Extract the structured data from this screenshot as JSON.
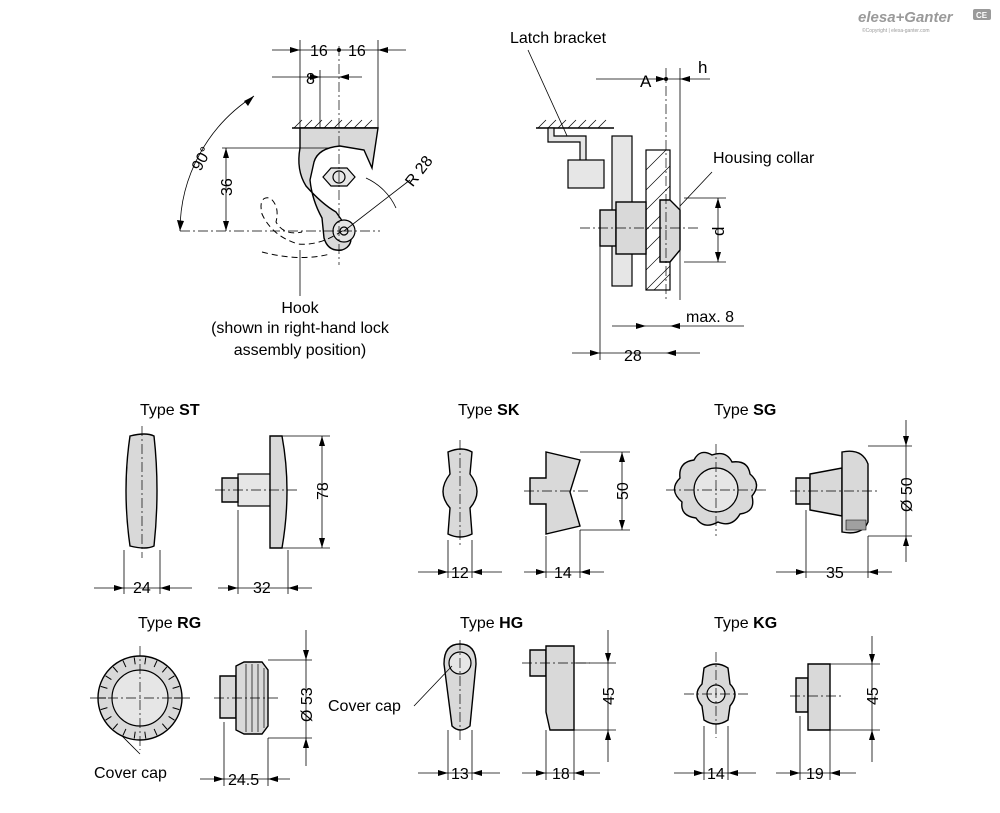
{
  "brand": {
    "name": "elesa+Ganter",
    "copyright": "©Copyright | elesa-ganter.com",
    "badge": "CE"
  },
  "top_left": {
    "dim_16_left": "16",
    "dim_16_right": "16",
    "dim_8": "8",
    "dim_36": "36",
    "angle": "90°",
    "radius": "R 28",
    "hook_note": [
      "Hook",
      "(shown in right-hand lock",
      "assembly position)"
    ]
  },
  "top_right": {
    "latch_bracket": "Latch bracket",
    "ref_a": "A",
    "ref_h": "h",
    "housing_collar": "Housing collar",
    "dim_d": "d",
    "dim_max8": "max. 8",
    "dim_28": "28"
  },
  "types": {
    "st": {
      "prefix": "Type ",
      "code": "ST",
      "w1": "24",
      "w2": "32",
      "h": "78"
    },
    "sk": {
      "prefix": "Type ",
      "code": "SK",
      "w1": "12",
      "w2": "14",
      "h": "50"
    },
    "sg": {
      "prefix": "Type ",
      "code": "SG",
      "w2": "35",
      "h": "Ø 50"
    },
    "rg": {
      "prefix": "Type ",
      "code": "RG",
      "w2": "24.5",
      "h": "Ø 53",
      "note": "Cover cap"
    },
    "hg": {
      "prefix": "Type ",
      "code": "HG",
      "w1": "13",
      "w2": "18",
      "h": "45",
      "note": "Cover cap"
    },
    "kg": {
      "prefix": "Type ",
      "code": "KG",
      "w1": "14",
      "w2": "19",
      "h": "45"
    }
  }
}
